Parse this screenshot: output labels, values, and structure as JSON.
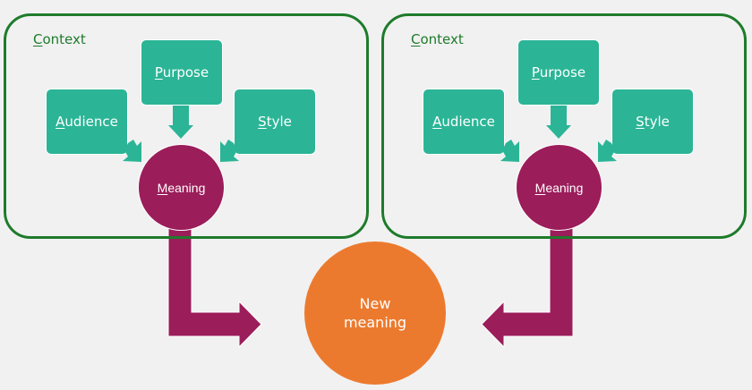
{
  "diagrams": [
    {
      "context": {
        "first": "C",
        "rest": "ontext"
      },
      "purpose": {
        "first": "P",
        "rest": "urpose"
      },
      "audience": {
        "first": "A",
        "rest": "udience"
      },
      "style": {
        "first": "S",
        "rest": "tyle"
      },
      "meaning": {
        "first": "M",
        "rest": "eaning"
      }
    },
    {
      "context": {
        "first": "C",
        "rest": "ontext"
      },
      "purpose": {
        "first": "P",
        "rest": "urpose"
      },
      "audience": {
        "first": "A",
        "rest": "udience"
      },
      "style": {
        "first": "S",
        "rest": "tyle"
      },
      "meaning": {
        "first": "M",
        "rest": "eaning"
      }
    }
  ],
  "result": {
    "line1": "New",
    "line2": "meaning"
  },
  "colors": {
    "background": "#f1f1f1",
    "context_border": "#1e7b2b",
    "factor_box": "#2bb596",
    "meaning_circle": "#9b1d5a",
    "new_meaning_circle": "#ec7a2e"
  }
}
